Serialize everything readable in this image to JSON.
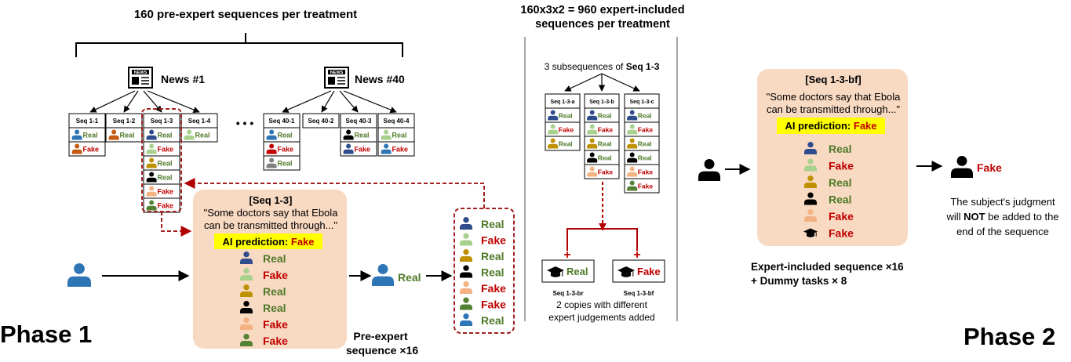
{
  "phase1": {
    "label": "Phase 1",
    "header": "160 pre-expert sequences per treatment",
    "news": [
      {
        "label": "News #1",
        "icon": "newspaper-icon",
        "badge": "NEWS",
        "seqs": [
          {
            "id": "Seq 1-1",
            "rows": [
              {
                "c": "blue",
                "j": "Real"
              },
              {
                "c": "orange",
                "j": "Fake"
              }
            ]
          },
          {
            "id": "Seq 1-2",
            "rows": [
              {
                "c": "orange",
                "j": "Real"
              }
            ]
          },
          {
            "id": "Seq 1-3",
            "rows": [
              {
                "c": "navy",
                "j": "Real"
              },
              {
                "c": "lightgreen",
                "j": "Fake"
              },
              {
                "c": "gold",
                "j": "Real"
              },
              {
                "c": "black",
                "j": "Real"
              },
              {
                "c": "peach",
                "j": "Fake"
              },
              {
                "c": "green",
                "j": "Fake"
              }
            ]
          },
          {
            "id": "Seq 1-4",
            "rows": [
              {
                "c": "lightgreen",
                "j": "Real"
              }
            ]
          }
        ]
      },
      {
        "label": "News #40",
        "icon": "newspaper-icon",
        "badge": "NEWS",
        "seqs": [
          {
            "id": "Seq 40-1",
            "rows": [
              {
                "c": "blue",
                "j": "Real"
              },
              {
                "c": "red",
                "j": "Fake"
              },
              {
                "c": "gray",
                "j": "Real"
              }
            ]
          },
          {
            "id": "Seq 40-2",
            "rows": []
          },
          {
            "id": "Seq 40-3",
            "rows": [
              {
                "c": "black",
                "j": "Real"
              },
              {
                "c": "navy",
                "j": "Fake"
              }
            ]
          },
          {
            "id": "Seq 40-4",
            "rows": [
              {
                "c": "lightgreen",
                "j": "Real"
              },
              {
                "c": "blue",
                "j": "Fake"
              }
            ]
          }
        ]
      }
    ],
    "ellipsis": "• • •",
    "card": {
      "title": "[Seq 1-3]",
      "quote1": "\"Some doctors say that Ebola",
      "quote2": "can be transmitted through...\"",
      "ai_label": "AI prediction: ",
      "ai_value": "Fake",
      "rows": [
        {
          "c": "navy",
          "j": "Real"
        },
        {
          "c": "lightgreen",
          "j": "Fake"
        },
        {
          "c": "gold",
          "j": "Real"
        },
        {
          "c": "black",
          "j": "Real"
        },
        {
          "c": "peach",
          "j": "Fake"
        },
        {
          "c": "green",
          "j": "Fake"
        }
      ]
    },
    "subject_judgment": "Real",
    "result_rows": [
      {
        "c": "navy",
        "j": "Real"
      },
      {
        "c": "lightgreen",
        "j": "Fake"
      },
      {
        "c": "gold",
        "j": "Real"
      },
      {
        "c": "black",
        "j": "Real"
      },
      {
        "c": "peach",
        "j": "Fake"
      },
      {
        "c": "green",
        "j": "Fake"
      },
      {
        "c": "blue",
        "j": "Real"
      }
    ],
    "caption1": "Pre-expert",
    "caption2": "sequence ×16"
  },
  "middle": {
    "header1": "160x3x2 = 960 expert-included",
    "header2": "sequences per treatment",
    "sub_label": "3 subsequences of ",
    "sub_label_bold": "Seq 1-3",
    "subseqs": [
      {
        "id": "Seq 1-3-a",
        "rows": [
          {
            "c": "navy",
            "j": "Real"
          },
          {
            "c": "lightgreen",
            "j": "Fake"
          },
          {
            "c": "gold",
            "j": "Real"
          }
        ]
      },
      {
        "id": "Seq 1-3-b",
        "rows": [
          {
            "c": "navy",
            "j": "Real"
          },
          {
            "c": "lightgreen",
            "j": "Fake"
          },
          {
            "c": "gold",
            "j": "Real"
          },
          {
            "c": "black",
            "j": "Real"
          },
          {
            "c": "peach",
            "j": "Fake"
          }
        ]
      },
      {
        "id": "Seq 1-3-c",
        "rows": [
          {
            "c": "navy",
            "j": "Real"
          },
          {
            "c": "lightgreen",
            "j": "Fake"
          },
          {
            "c": "gold",
            "j": "Real"
          },
          {
            "c": "black",
            "j": "Real"
          },
          {
            "c": "peach",
            "j": "Fake"
          },
          {
            "c": "green",
            "j": "Fake"
          }
        ]
      }
    ],
    "copies": [
      {
        "judgment": "Real",
        "id": "Seq 1-3-br"
      },
      {
        "judgment": "Fake",
        "id": "Seq 1-3-bf"
      }
    ],
    "plus": "+",
    "caption1": "2 copies with different",
    "caption2": "expert judgements added"
  },
  "phase2": {
    "label": "Phase 2",
    "card": {
      "title": "[Seq 1-3-bf]",
      "quote1": "\"Some doctors say that Ebola",
      "quote2": "can be transmitted through...\"",
      "ai_label": "AI prediction: ",
      "ai_value": "Fake",
      "rows": [
        {
          "c": "navy",
          "j": "Real"
        },
        {
          "c": "lightgreen",
          "j": "Fake"
        },
        {
          "c": "gold",
          "j": "Real"
        },
        {
          "c": "black",
          "j": "Real"
        },
        {
          "c": "peach",
          "j": "Fake"
        },
        {
          "c": "expert",
          "j": "Fake"
        }
      ]
    },
    "subject_judgment": "Fake",
    "note1": "The subject's judgment",
    "note2_pre": "will ",
    "note2_bold": "NOT",
    "note2_post": " be added to the",
    "note3": "end of the sequence",
    "caption1": "Expert-included sequence ×16",
    "caption2": "+ Dummy tasks × 8"
  },
  "colors": {
    "real": "#4f7a28",
    "fake": "#c00000",
    "card_fill": "#f8d9c2",
    "ai_highlight": "#ffff00",
    "dashed": "#a32020",
    "expert_tree": "#b00000",
    "person": {
      "blue": "#2e75b6",
      "navy": "#2f4d8c",
      "orange": "#c55a11",
      "lightgreen": "#a9d18e",
      "gold": "#bf9000",
      "black": "#000000",
      "peach": "#f4b183",
      "green": "#548235",
      "red": "#c00000",
      "gray": "#7f7f7f"
    }
  }
}
